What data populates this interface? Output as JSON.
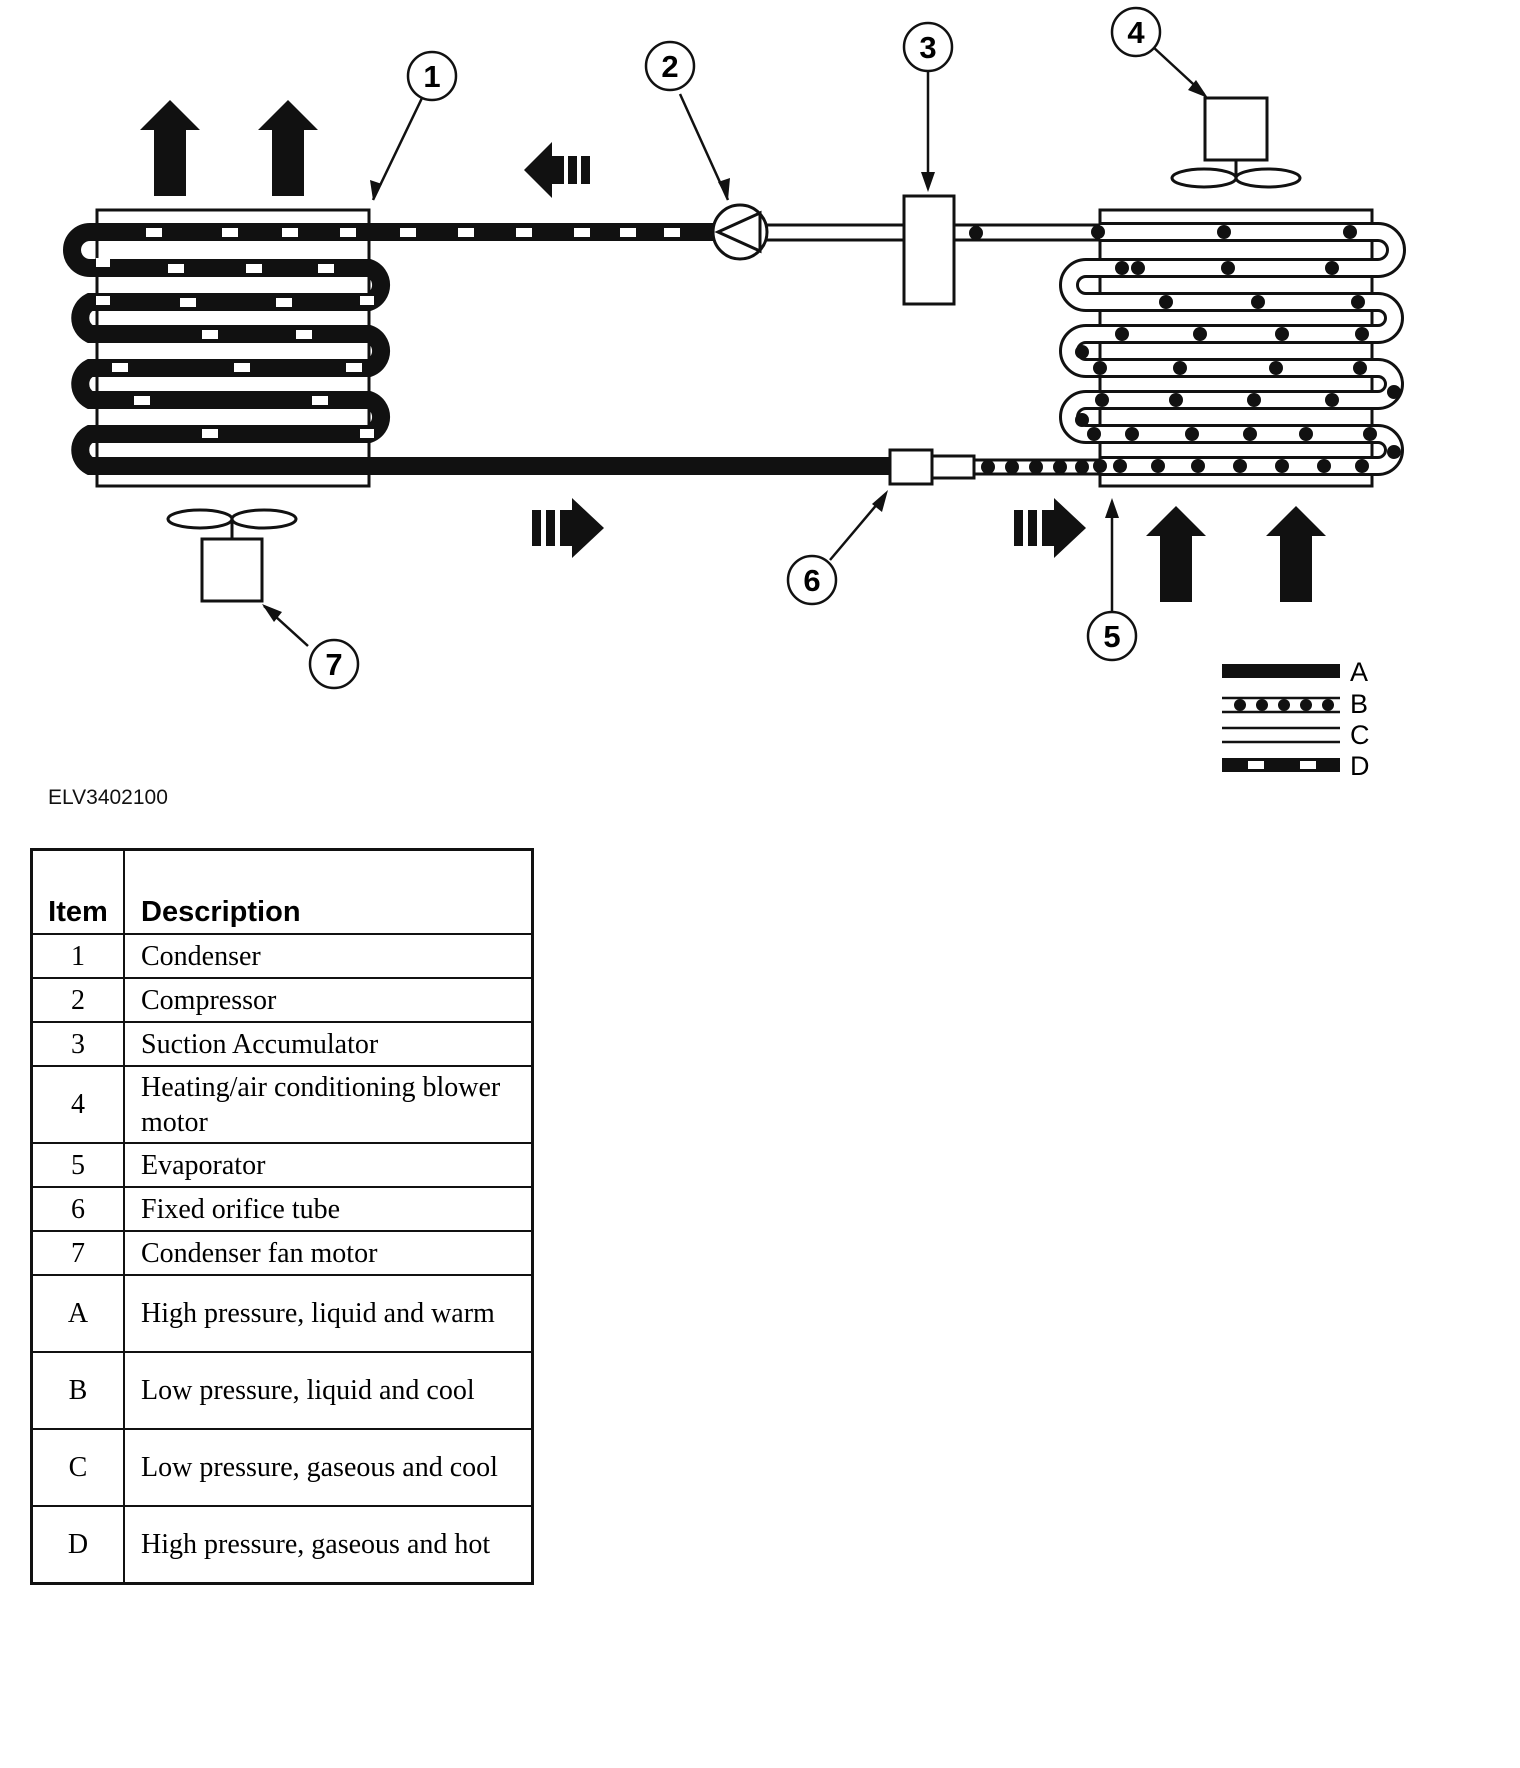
{
  "diagram": {
    "figure_id": "ELV3402100",
    "callouts": [
      "1",
      "2",
      "3",
      "4",
      "5",
      "6",
      "7"
    ],
    "legend": [
      "A",
      "B",
      "C",
      "D"
    ]
  },
  "table": {
    "headers": {
      "item": "Item",
      "description": "Description"
    },
    "rows": [
      {
        "item": "1",
        "description": "Condenser"
      },
      {
        "item": "2",
        "description": "Compressor"
      },
      {
        "item": "3",
        "description": "Suction Accumulator"
      },
      {
        "item": "4",
        "description": "Heating/air conditioning blower motor"
      },
      {
        "item": "5",
        "description": "Evaporator"
      },
      {
        "item": "6",
        "description": "Fixed orifice tube"
      },
      {
        "item": "7",
        "description": "Condenser fan motor"
      },
      {
        "item": "A",
        "description": "High pressure, liquid and warm"
      },
      {
        "item": "B",
        "description": "Low pressure, liquid and cool"
      },
      {
        "item": "C",
        "description": "Low pressure, gaseous and cool"
      },
      {
        "item": "D",
        "description": "High pressure, gaseous and hot"
      }
    ]
  }
}
